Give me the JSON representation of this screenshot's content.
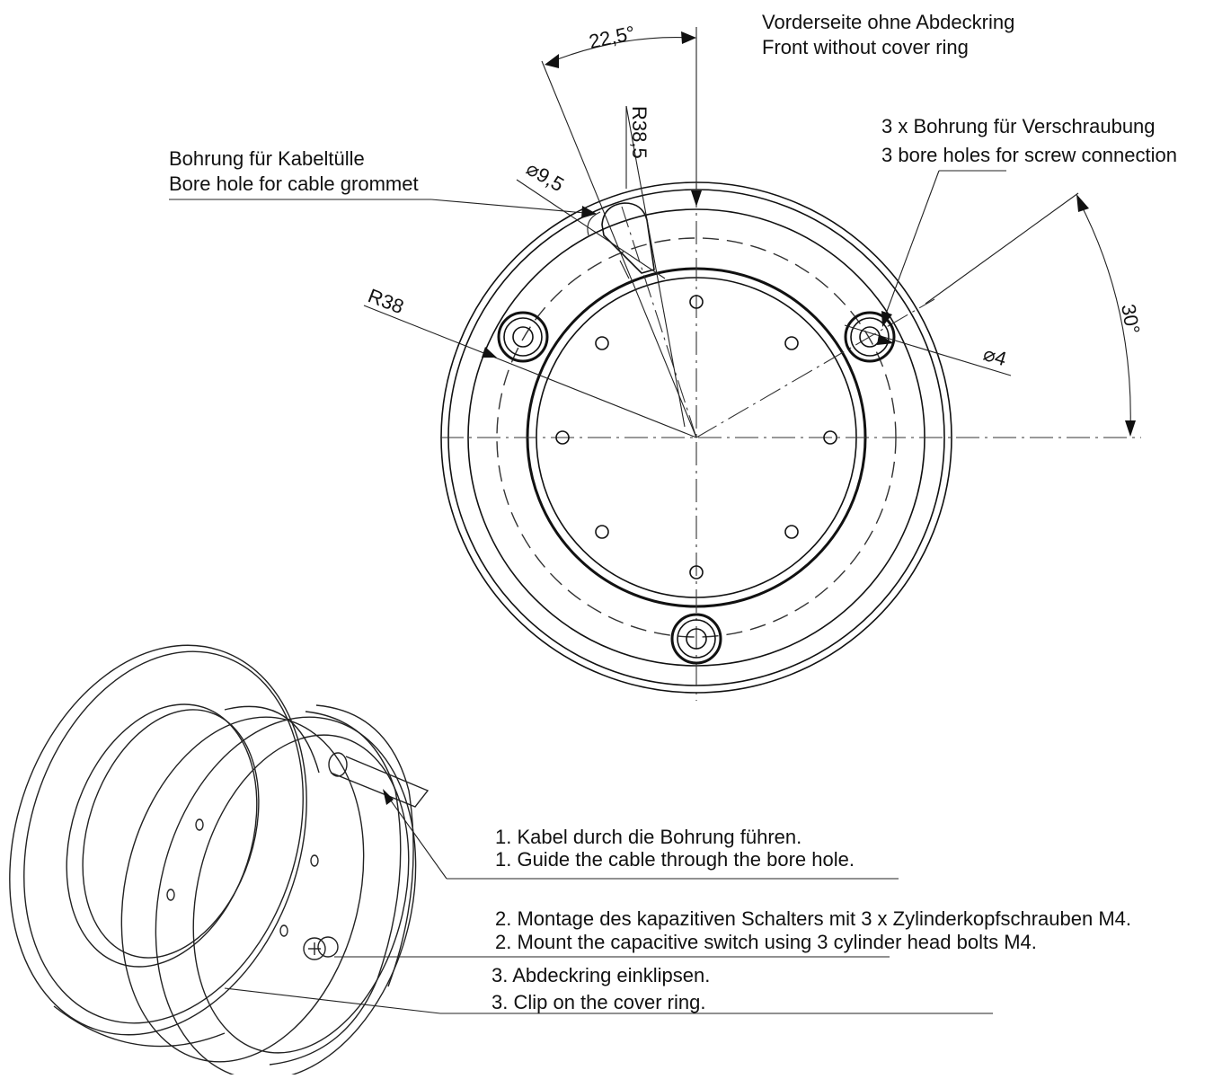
{
  "front_view": {
    "title_de": "Vorderseite ohne Abdeckring",
    "title_en": "Front without cover ring",
    "dimensions": {
      "angle_top": "22,5°",
      "angle_right": "30°",
      "radius_outer": "R38,5",
      "radius_inner": "R38",
      "grommet_diameter": "⌀9,5",
      "screw_diameter": "⌀4"
    },
    "callouts": {
      "grommet_de": "Bohrung für Kabeltülle",
      "grommet_en": "Bore hole for cable grommet",
      "screw_de": "3 x Bohrung für Verschraubung",
      "screw_en": "3 bore holes for screw connection"
    }
  },
  "assembly": {
    "steps": [
      {
        "de": "1. Kabel durch die Bohrung führen.",
        "en": "1. Guide the cable through the bore hole."
      },
      {
        "de": "2. Montage des kapazitiven Schalters mit 3 x Zylinderkopfschrauben M4.",
        "en": "2. Mount the capacitive switch using 3 cylinder head bolts M4."
      },
      {
        "de": "3. Abdeckring einklipsen.",
        "en": "3. Clip on the cover ring."
      }
    ]
  }
}
